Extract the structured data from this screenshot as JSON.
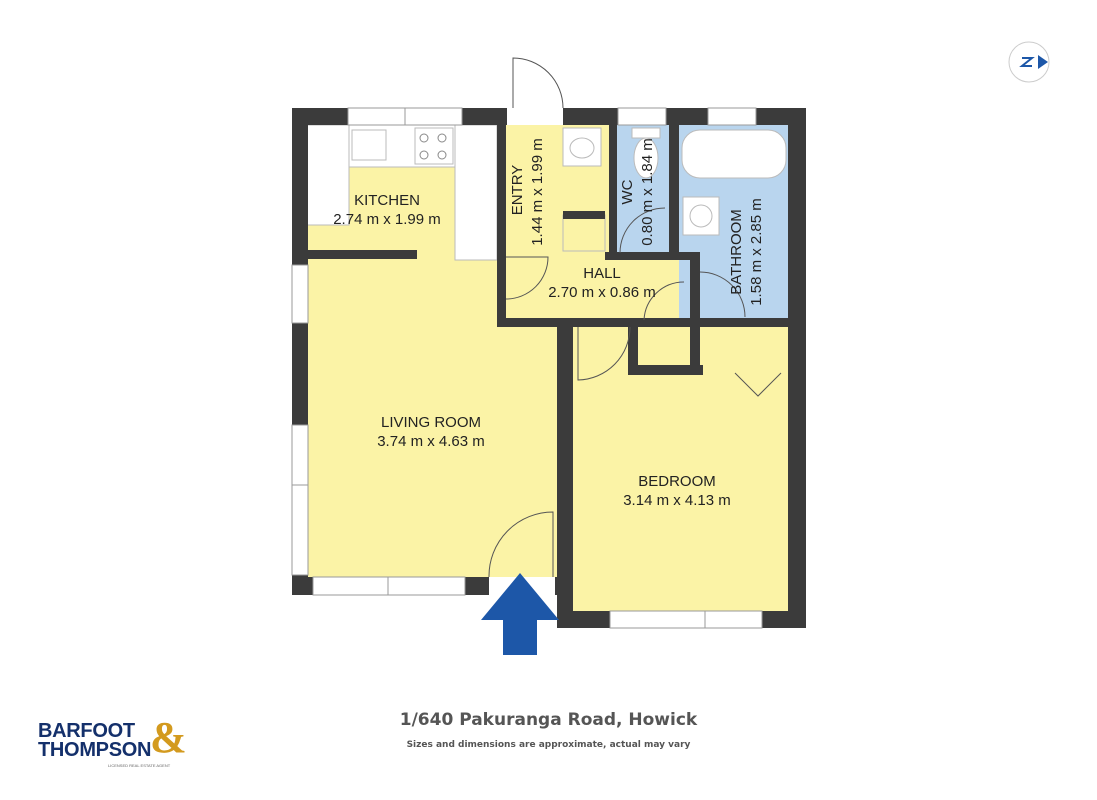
{
  "plan": {
    "address": "1/640 Pakuranga Road, Howick",
    "disclaimer": "Sizes and dimensions are approximate, actual may vary",
    "rooms": {
      "kitchen": {
        "name": "KITCHEN",
        "dims": "2.74 m x 1.99 m"
      },
      "entry": {
        "name": "ENTRY",
        "dims": "1.44 m x 1.99 m"
      },
      "wc": {
        "name": "WC",
        "dims": "0.80 m x 1.84 m"
      },
      "bathroom": {
        "name": "BATHROOM",
        "dims": "1.58 m x 2.85 m"
      },
      "hall": {
        "name": "HALL",
        "dims": "2.70 m x 0.86 m"
      },
      "living": {
        "name": "LIVING ROOM",
        "dims": "3.74 m x 4.63 m"
      },
      "bedroom": {
        "name": "BEDROOM",
        "dims": "3.14 m x 4.13 m"
      }
    }
  },
  "logo": {
    "line1": "BARFOOT",
    "line2": "THOMPSON",
    "ampersand": "&",
    "tagline": "LICENSED REAL ESTATE AGENT"
  },
  "colors": {
    "wall": "#3b3b3b",
    "dry_room": "#fbf3a6",
    "wet_room": "#b9d5ee",
    "entrance_arrow": "#1d57a8",
    "brand_navy": "#14306b",
    "brand_gold": "#d39a1e"
  },
  "icons": [
    "compass-north-icon",
    "entrance-arrow-icon"
  ]
}
